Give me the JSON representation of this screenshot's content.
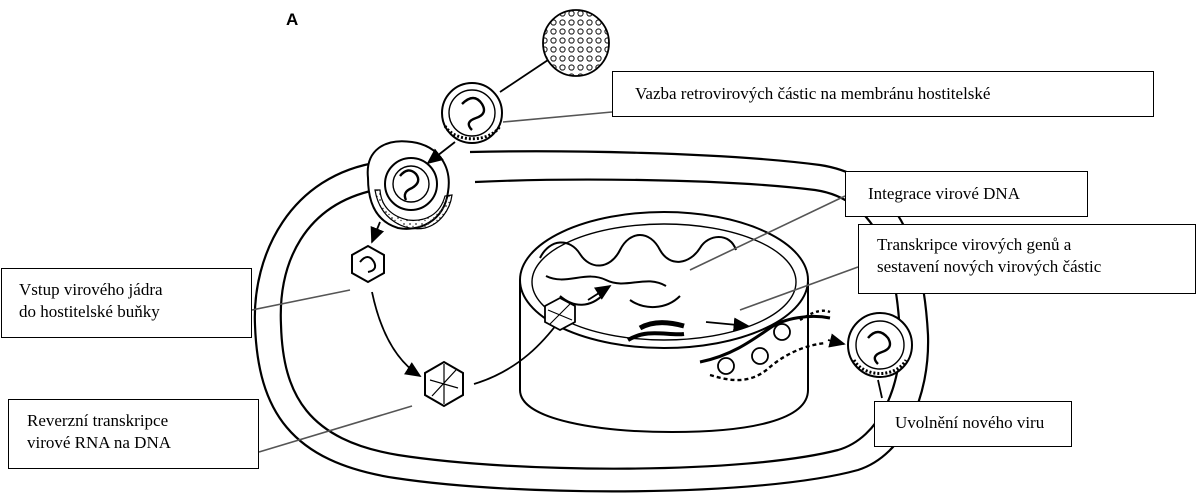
{
  "panel_letter": "A",
  "labels": {
    "binding": "Vazba retrovirových částic na membránu hostitelské",
    "integration": "Integrace virové DNA",
    "transcription": "Transkripce virových genů a\nsestavení nových virových částic",
    "entry": "Vstup virového jádra\ndo hostitelské buňky",
    "reverse_transcription": "Reverzní transkripce\nvirové RNA na DNA",
    "release": "Uvolnění nového viru"
  }
}
